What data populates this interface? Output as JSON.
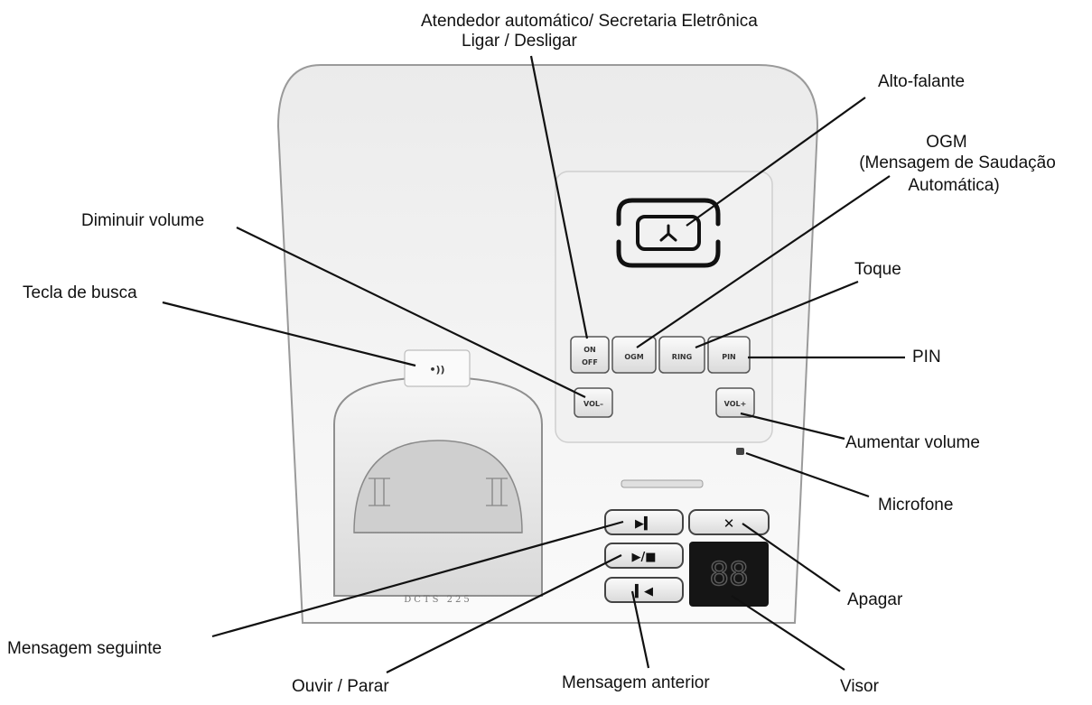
{
  "device": {
    "model_text": "DCTS 225",
    "display_digits": "88"
  },
  "buttons": {
    "on_off_line1": "ON",
    "on_off_line2": "OFF",
    "ogm": "OGM",
    "ring": "RING",
    "pin": "PIN",
    "vol_minus": "VOL–",
    "vol_plus": "VOL+",
    "next_symbol": "▶▍",
    "play_stop_symbol": "▶/■",
    "prev_symbol": "▍◀",
    "delete_symbol": "✕",
    "page_symbol": "•))"
  },
  "labels": {
    "answering_machine_line1": "Atendedor automático/ Secretaria Eletrônica",
    "answering_machine_line2": "Ligar / Desligar",
    "speaker": "Alto-falante",
    "ogm_line1": "OGM",
    "ogm_line2": "(Mensagem de Saudação",
    "ogm_line3": "Automática)",
    "volume_down": "Diminuir volume",
    "ring": "Toque",
    "page_key": "Tecla de busca",
    "pin": "PIN",
    "volume_up": "Aumentar volume",
    "microphone": "Microfone",
    "delete": "Apagar",
    "next_message": "Mensagem seguinte",
    "play_stop": "Ouvir / Parar",
    "previous_message": "Mensagem anterior",
    "display": "Visor"
  }
}
